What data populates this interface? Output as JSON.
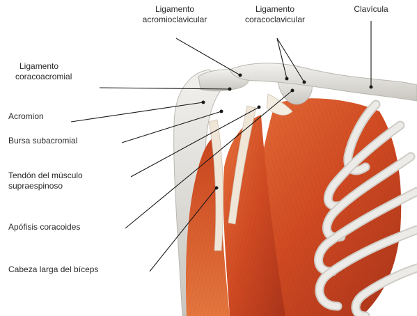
{
  "labels": {
    "acromioclavicular": [
      "Ligamento",
      "acromioclavicular"
    ],
    "coracoclavicular": [
      "Ligamento",
      "coracoclavicular"
    ],
    "clavicula": [
      "Clavícula"
    ],
    "coracoacromial": [
      "Ligamento",
      "coracoacromial"
    ],
    "acromion": [
      "Acromion"
    ],
    "bursa": [
      "Bursa subacromial"
    ],
    "tendon": [
      "Tendón del músculo",
      "supraespinoso"
    ],
    "apofisis": [
      "Apófisis coracoides"
    ],
    "biceps": [
      "Cabeza larga del bíceps"
    ]
  },
  "colors": {
    "bone": "#e6e4df",
    "bone_shadow": "#b9b6b0",
    "muscle": "#d9562a",
    "muscle_dark": "#a9341a",
    "tendon": "#efe6d8",
    "leader": "#1a1a1a"
  }
}
